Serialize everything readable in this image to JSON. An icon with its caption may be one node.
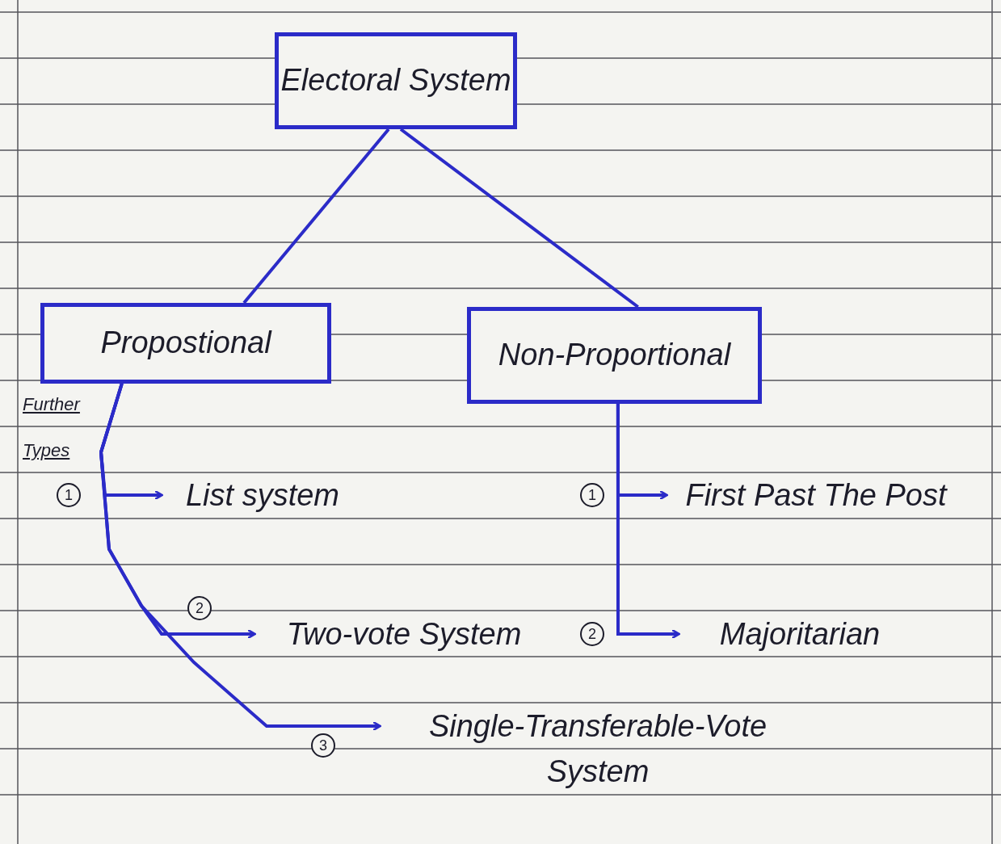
{
  "diagram": {
    "nodes": [
      {
        "text": [
          "Electoral System"
        ]
      },
      {
        "text": [
          "Propostional"
        ]
      },
      {
        "text": [
          "Non-Proportional"
        ]
      },
      {
        "text": [
          "List system"
        ]
      },
      {
        "text": [
          "Two-vote System"
        ]
      },
      {
        "text": [
          "Single-Transferable-Vote System"
        ]
      },
      {
        "text": [
          "First Past The Post"
        ]
      },
      {
        "text": [
          "Majoritarian"
        ]
      }
    ],
    "edges": [
      {
        "from": 0,
        "to": 1,
        "arrow": "none"
      },
      {
        "from": 0,
        "to": 2,
        "arrow": "none"
      },
      {
        "from": 1,
        "to": 3,
        "arrow": "to"
      },
      {
        "from": 1,
        "to": 4,
        "arrow": "to"
      },
      {
        "from": 1,
        "to": 5,
        "arrow": "to"
      },
      {
        "from": 2,
        "to": 6,
        "arrow": "to"
      },
      {
        "from": 2,
        "to": 7,
        "arrow": "to"
      }
    ],
    "labels": [
      "Further Types",
      "1",
      "2",
      "3",
      "1",
      "2"
    ]
  }
}
